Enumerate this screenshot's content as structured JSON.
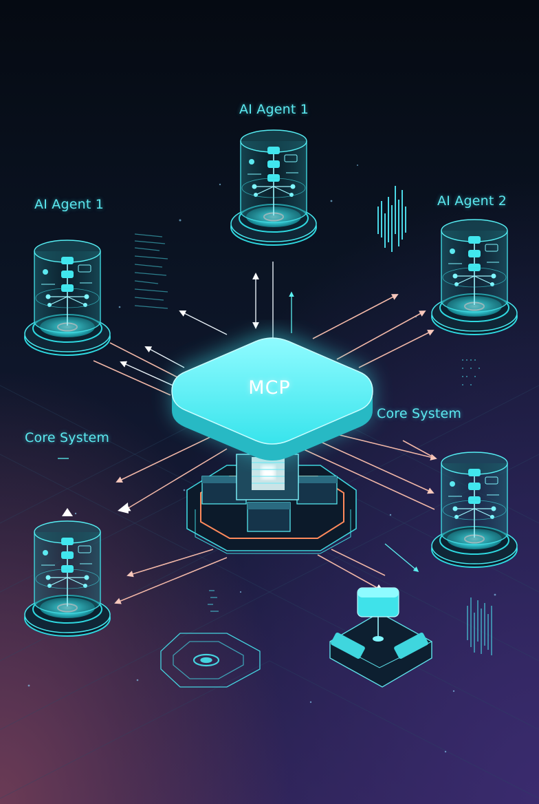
{
  "labels": {
    "agent_top": "AI Agent 1",
    "agent_left": "AI Agent 1",
    "agent_right": "AI Agent 2",
    "core_right": "Core System",
    "core_left": "Core System"
  },
  "hub": {
    "label": "MCP"
  },
  "colors": {
    "accent": "#41f0f0",
    "arrow_warm": "#f2b8a8",
    "circuit_orange": "#ff8a5c",
    "background_top": "#050a12",
    "background_bottom": "#2a2150"
  },
  "nodes": [
    {
      "kind": "agent-cylinder",
      "label_key": "agent_top"
    },
    {
      "kind": "agent-cylinder",
      "label_key": "agent_left"
    },
    {
      "kind": "agent-cylinder",
      "label_key": "agent_right"
    },
    {
      "kind": "agent-cylinder",
      "label_key": "core_right"
    },
    {
      "kind": "agent-cylinder",
      "label_key": "core_left"
    },
    {
      "kind": "server-platform"
    },
    {
      "kind": "chip-platform"
    }
  ]
}
